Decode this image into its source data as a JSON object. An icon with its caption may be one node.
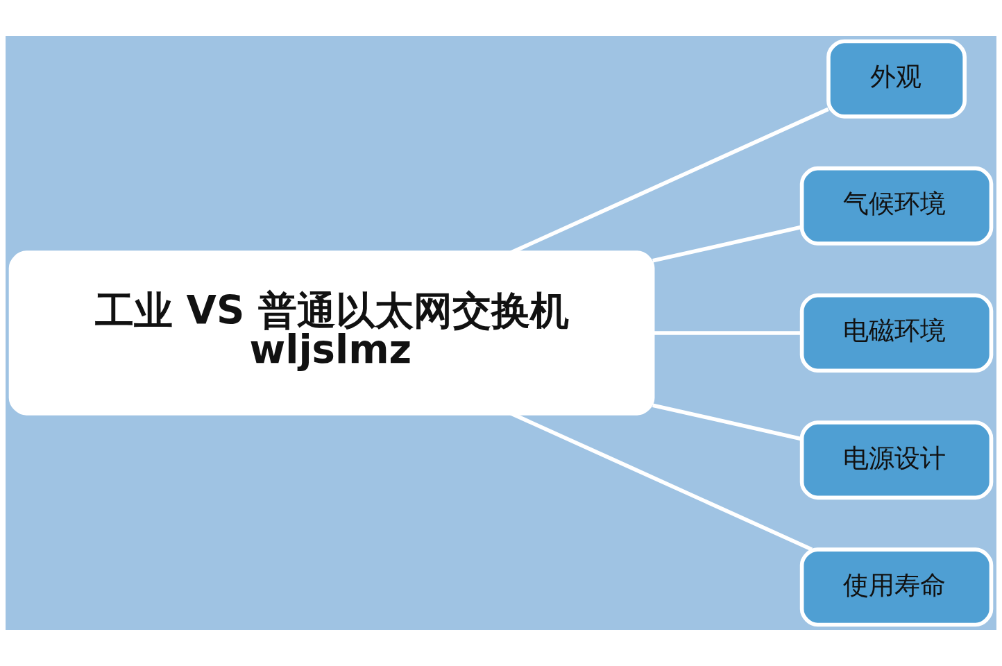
{
  "diagram": {
    "nodes": [
      {
        "text": [
          "工业 VS 普通以太网交换机",
          "wljslmz"
        ]
      },
      {
        "text": [
          "外观"
        ]
      },
      {
        "text": [
          "气候环境"
        ]
      },
      {
        "text": [
          "电磁环境"
        ]
      },
      {
        "text": [
          "电源设计"
        ]
      },
      {
        "text": [
          "使用寿命"
        ]
      }
    ],
    "edges": [
      {
        "from": 0,
        "to": 1,
        "arrow": "none"
      },
      {
        "from": 0,
        "to": 2,
        "arrow": "none"
      },
      {
        "from": 0,
        "to": 3,
        "arrow": "none"
      },
      {
        "from": 0,
        "to": 4,
        "arrow": "none"
      },
      {
        "from": 0,
        "to": 5,
        "arrow": "none"
      }
    ]
  }
}
